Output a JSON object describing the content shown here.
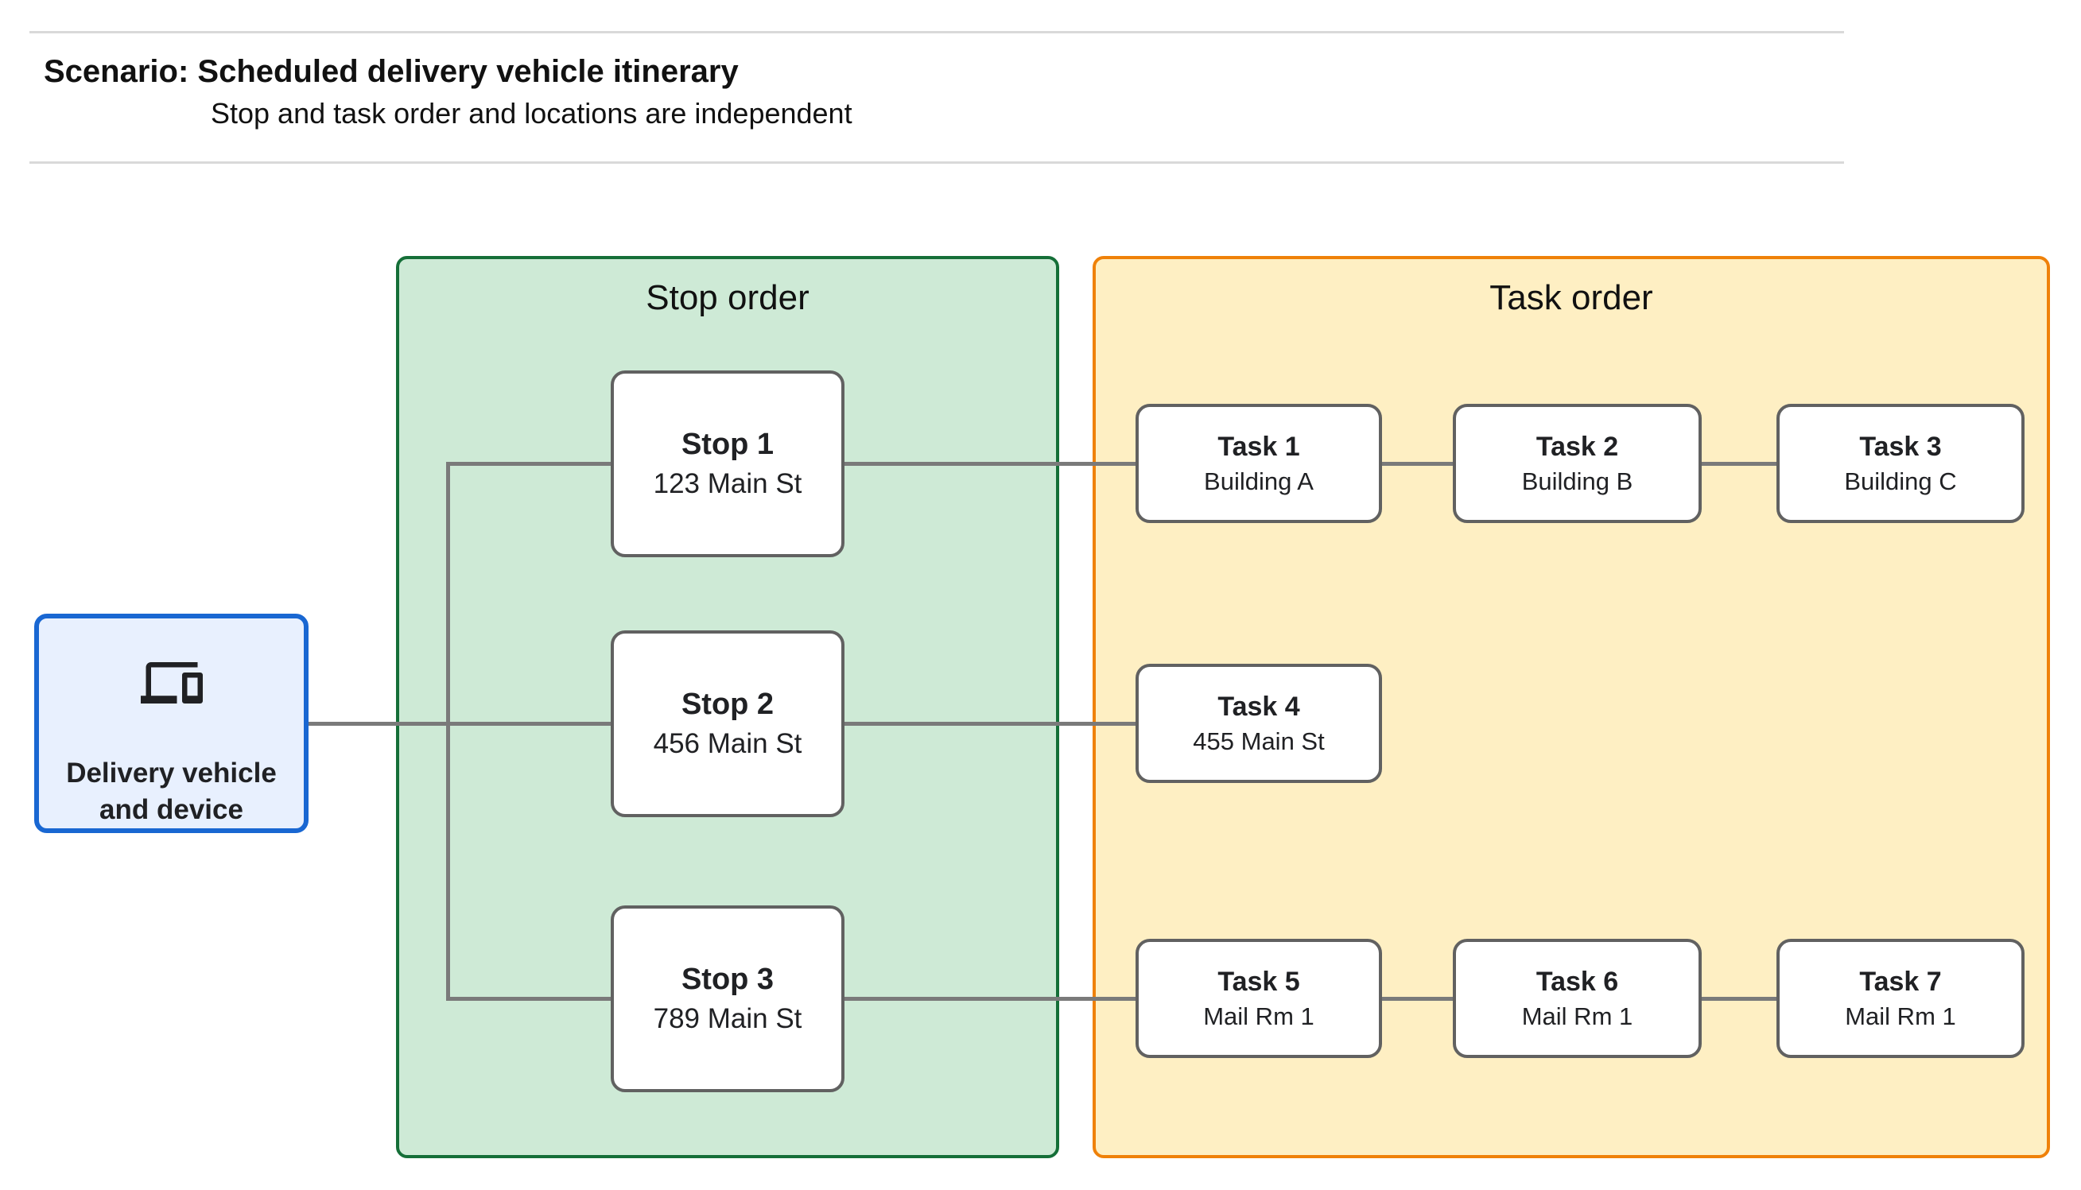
{
  "header": {
    "title": "Scenario: Scheduled delivery vehicle itinerary",
    "subtitle": "Stop and task order and locations are independent"
  },
  "vehicle": {
    "icon": "devices-icon",
    "label_line1": "Delivery vehicle",
    "label_line2": "and device"
  },
  "panels": {
    "stop_order": {
      "title": "Stop order"
    },
    "task_order": {
      "title": "Task order"
    }
  },
  "stops": [
    {
      "title": "Stop 1",
      "subtitle": "123 Main St"
    },
    {
      "title": "Stop 2",
      "subtitle": "456 Main St"
    },
    {
      "title": "Stop 3",
      "subtitle": "789 Main St"
    }
  ],
  "tasks": [
    {
      "title": "Task 1",
      "subtitle": "Building A"
    },
    {
      "title": "Task 2",
      "subtitle": "Building B"
    },
    {
      "title": "Task 3",
      "subtitle": "Building C"
    },
    {
      "title": "Task 4",
      "subtitle": "455 Main St"
    },
    {
      "title": "Task 5",
      "subtitle": "Mail Rm 1"
    },
    {
      "title": "Task 6",
      "subtitle": "Mail Rm 1"
    },
    {
      "title": "Task 7",
      "subtitle": "Mail Rm 1"
    }
  ],
  "colors": {
    "stop_panel_bg": "#ceead6",
    "stop_panel_border": "#156f38",
    "task_panel_bg": "#feefc3",
    "task_panel_border": "#ef8109",
    "vehicle_bg": "#e8f0fe",
    "vehicle_border": "#1967d2",
    "node_border": "#616161",
    "connector": "#7a7a7a"
  }
}
